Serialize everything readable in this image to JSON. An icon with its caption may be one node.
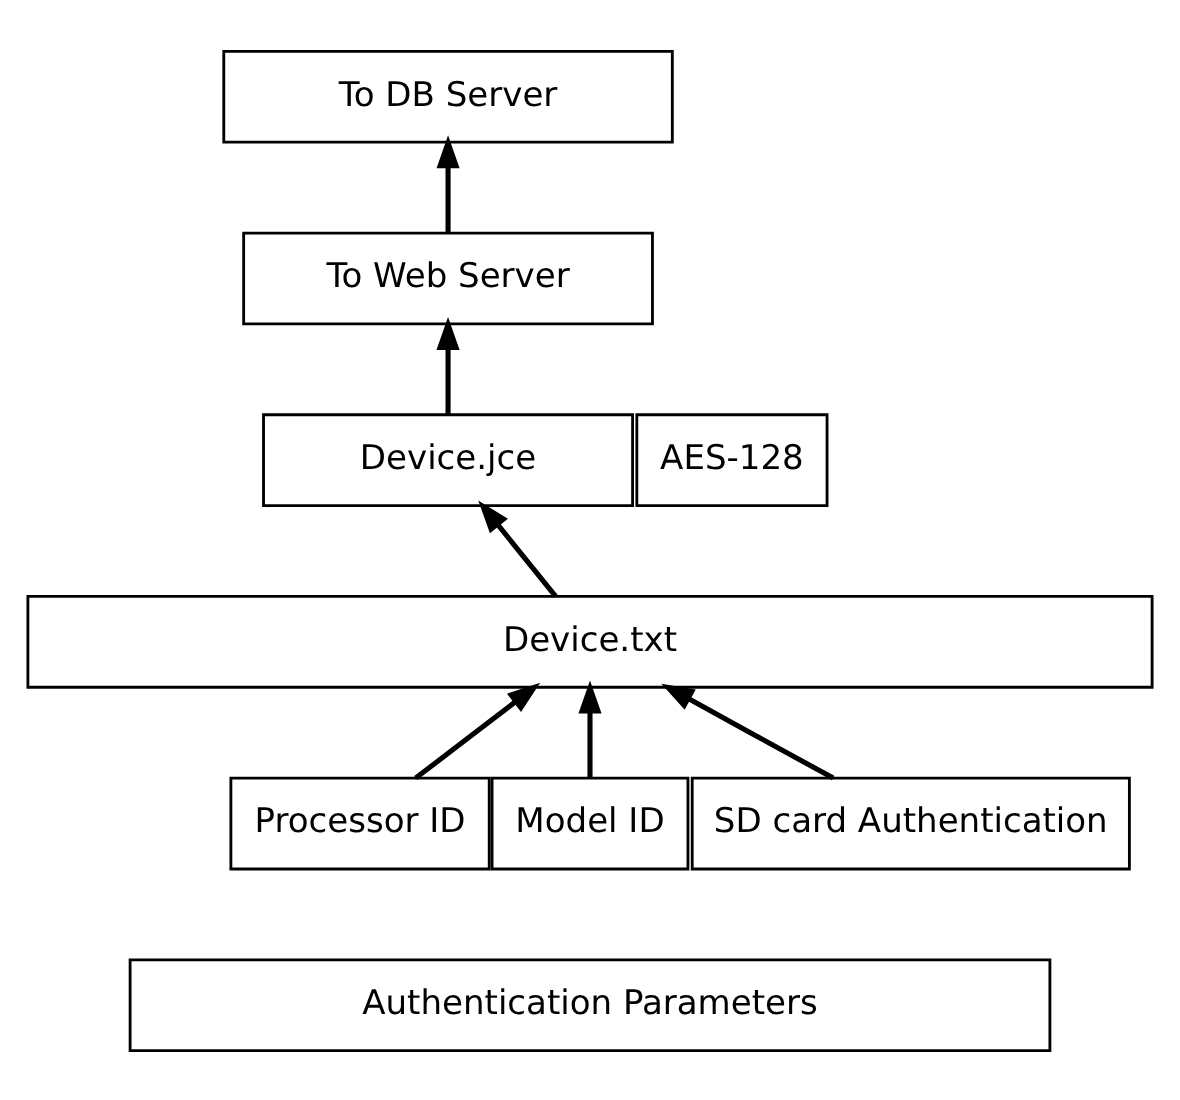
{
  "diagram": {
    "nodes": [
      {
        "text": [
          "To DB Server"
        ]
      },
      {
        "text": [
          "To Web Server"
        ]
      },
      {
        "text": [
          "Device.jce"
        ]
      },
      {
        "text": [
          "AES-128"
        ]
      },
      {
        "text": [
          "Device.txt"
        ]
      },
      {
        "text": [
          "Processor ID"
        ]
      },
      {
        "text": [
          "Model ID"
        ]
      },
      {
        "text": [
          "SD card Authentication"
        ]
      },
      {
        "text": [
          "Authentication Parameters"
        ]
      }
    ],
    "edges": [
      {
        "from": 1,
        "to": 0,
        "arrow": "to"
      },
      {
        "from": 2,
        "to": 1,
        "arrow": "to"
      },
      {
        "from": 4,
        "to": 2,
        "arrow": "to"
      },
      {
        "from": 5,
        "to": 4,
        "arrow": "to"
      },
      {
        "from": 6,
        "to": 4,
        "arrow": "to"
      },
      {
        "from": 7,
        "to": 4,
        "arrow": "to"
      }
    ]
  }
}
